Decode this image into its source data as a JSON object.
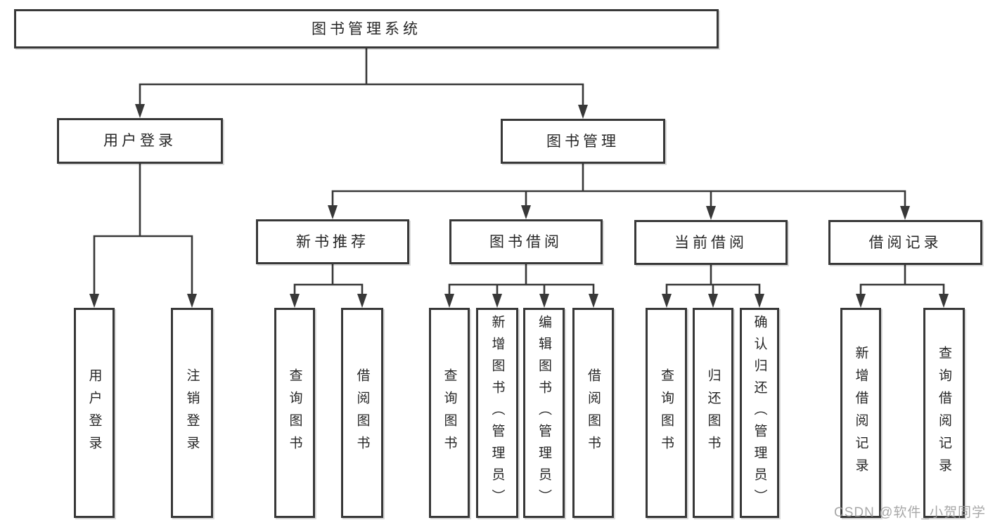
{
  "tree": {
    "label": "图书管理系统",
    "children": [
      {
        "label": "用户登录",
        "children": [
          {
            "label": "用户登录"
          },
          {
            "label": "注销登录"
          }
        ]
      },
      {
        "label": "图书管理",
        "children": [
          {
            "label": "新书推荐",
            "children": [
              {
                "label": "查询图书"
              },
              {
                "label": "借阅图书"
              }
            ]
          },
          {
            "label": "图书借阅",
            "children": [
              {
                "label": "查询图书"
              },
              {
                "label": "新增图书（管理员）"
              },
              {
                "label": "编辑图书（管理员）"
              },
              {
                "label": "借阅图书"
              }
            ]
          },
          {
            "label": "当前借阅",
            "children": [
              {
                "label": "查询图书"
              },
              {
                "label": "归还图书"
              },
              {
                "label": "确认归还（管理员）"
              }
            ]
          },
          {
            "label": "借阅记录",
            "children": [
              {
                "label": "新增借阅记录"
              },
              {
                "label": "查询借阅记录"
              }
            ]
          }
        ]
      }
    ]
  },
  "watermark": {
    "text": "CSDN @软件_小贺同学"
  },
  "colors": {
    "line": "#383838",
    "box_border": "#383838",
    "text": "#262626",
    "watermark": "#9e9e9e",
    "background": "#ffffff"
  }
}
